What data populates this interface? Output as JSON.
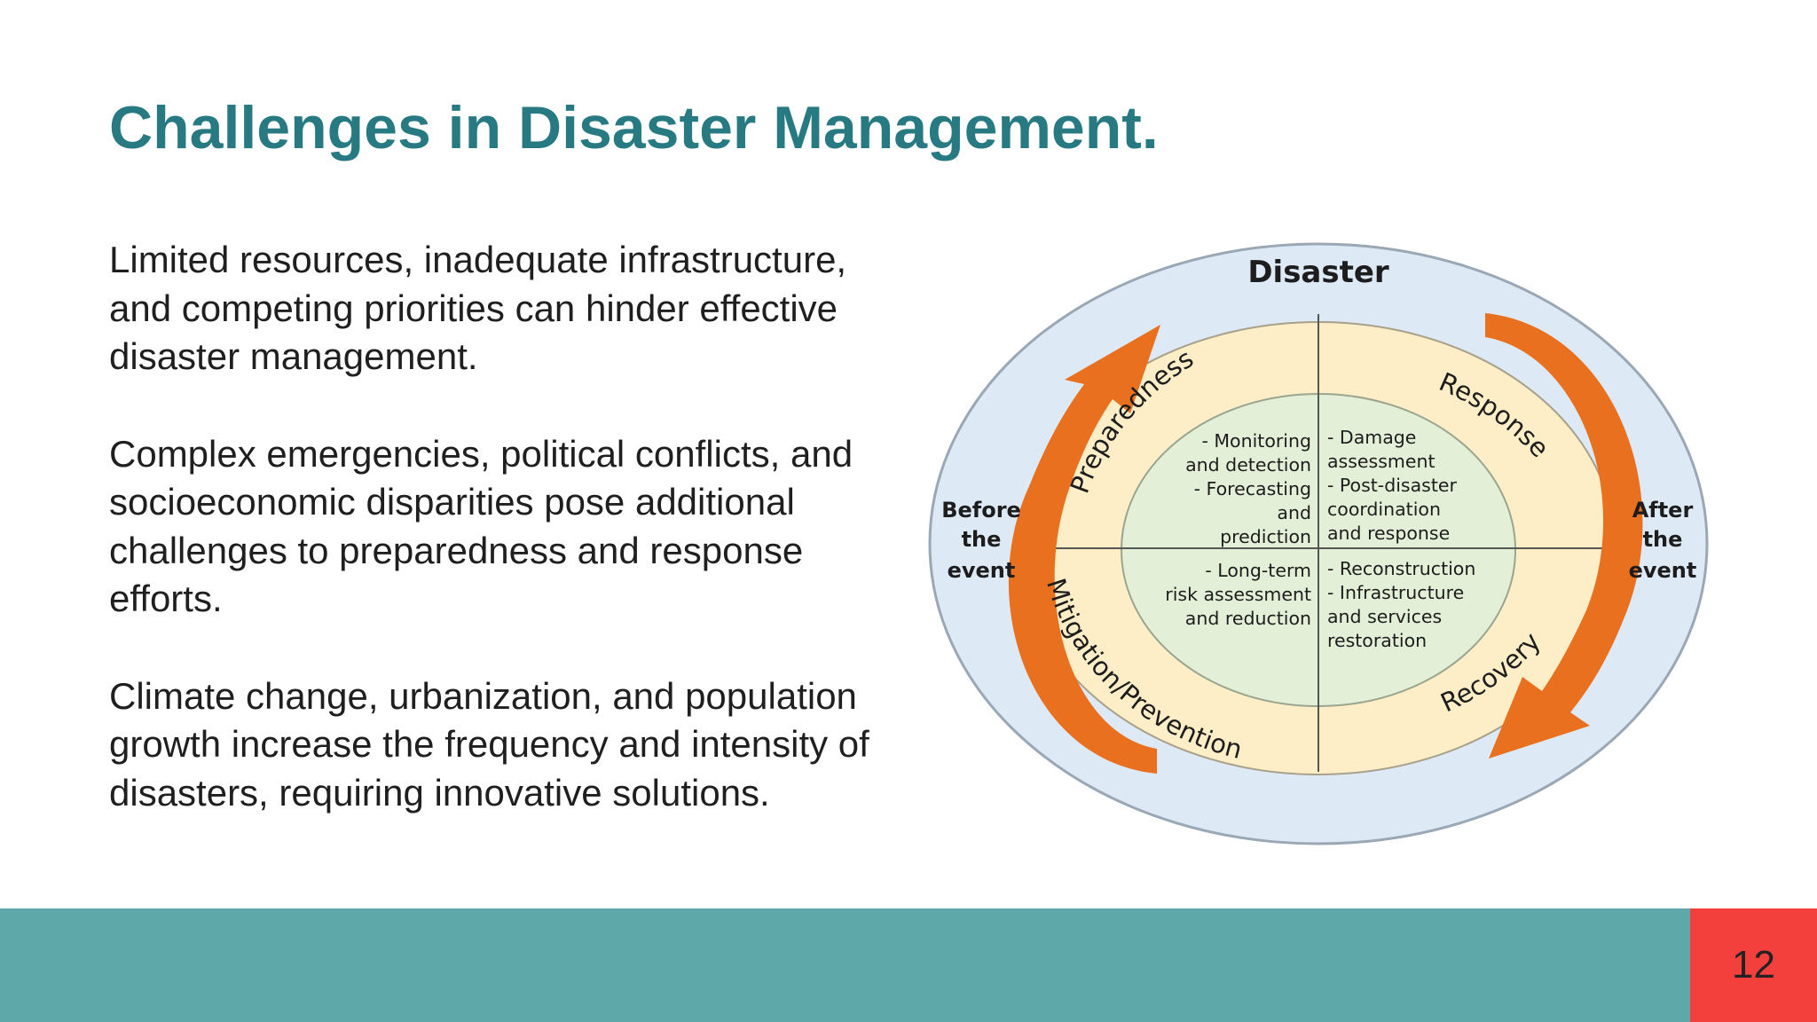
{
  "slide": {
    "title": "Challenges in Disaster Management.",
    "paragraphs": [
      "Limited resources, inadequate infrastructure, and competing priorities can hinder effective disaster management.",
      "Complex emergencies, political conflicts, and socioeconomic disparities pose additional challenges to preparedness and response efforts.",
      "Climate change, urbanization, and population growth increase the frequency and intensity of disasters, requiring innovative solutions."
    ],
    "page_number": "12"
  },
  "diagram": {
    "center_title": "Disaster",
    "left_side": [
      "Before",
      "the",
      "event"
    ],
    "right_side": [
      "After",
      "the",
      "event"
    ],
    "phases": {
      "preparedness": "Preparedness",
      "response": "Response",
      "recovery": "Recovery",
      "mitigation": "Mitigation/Prevention"
    },
    "quadrants": {
      "top_left": [
        "- Monitoring",
        "and detection",
        "- Forecasting",
        "and",
        "prediction"
      ],
      "top_right": [
        "- Damage",
        "assessment",
        "- Post-disaster",
        "coordination",
        "and response"
      ],
      "bottom_left": [
        "- Long-term",
        "risk assessment",
        "and reduction"
      ],
      "bottom_right": [
        "- Reconstruction",
        "- Infrastructure",
        "and services",
        "restoration"
      ]
    },
    "colors": {
      "outer_ring": "#dde9f5",
      "middle_ring": "#fdeec8",
      "inner_circle": "#e4efd8",
      "arrow": "#e8701f",
      "title": "#277a82",
      "footer": "#5ea8aa",
      "page_box": "#f3403d"
    }
  }
}
